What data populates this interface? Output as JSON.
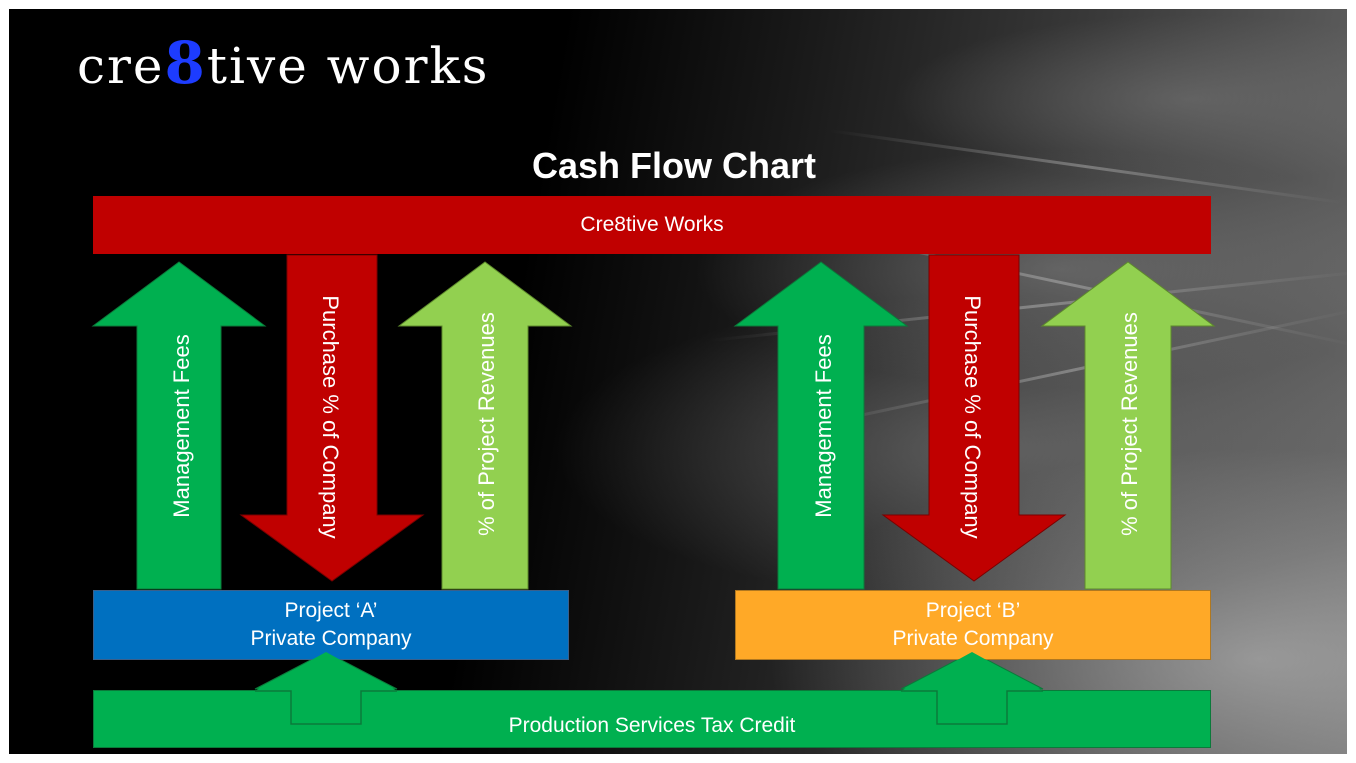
{
  "logo": {
    "prefix": "cre",
    "highlight": "8",
    "suffix": "tive works"
  },
  "title": "Cash Flow Chart",
  "top_entity": "Cre8tive Works",
  "projects": [
    {
      "line1": "Project ‘A’",
      "line2": "Private Company"
    },
    {
      "line1": "Project ‘B’",
      "line2": "Private Company"
    }
  ],
  "flows": {
    "management_fees": "Management Fees",
    "purchase_company": "Purchase % of Company",
    "project_revenues": "% of Project Revenues"
  },
  "bottom_entity": "Production Services Tax Credit",
  "colors": {
    "top_bar": "#c00000",
    "project_a": "#0070c0",
    "project_b": "#ffa927",
    "tax_credit": "#00b050",
    "management_fees_arrow": "#00b050",
    "purchase_arrow": "#c00000",
    "revenues_arrow": "#92d050"
  }
}
